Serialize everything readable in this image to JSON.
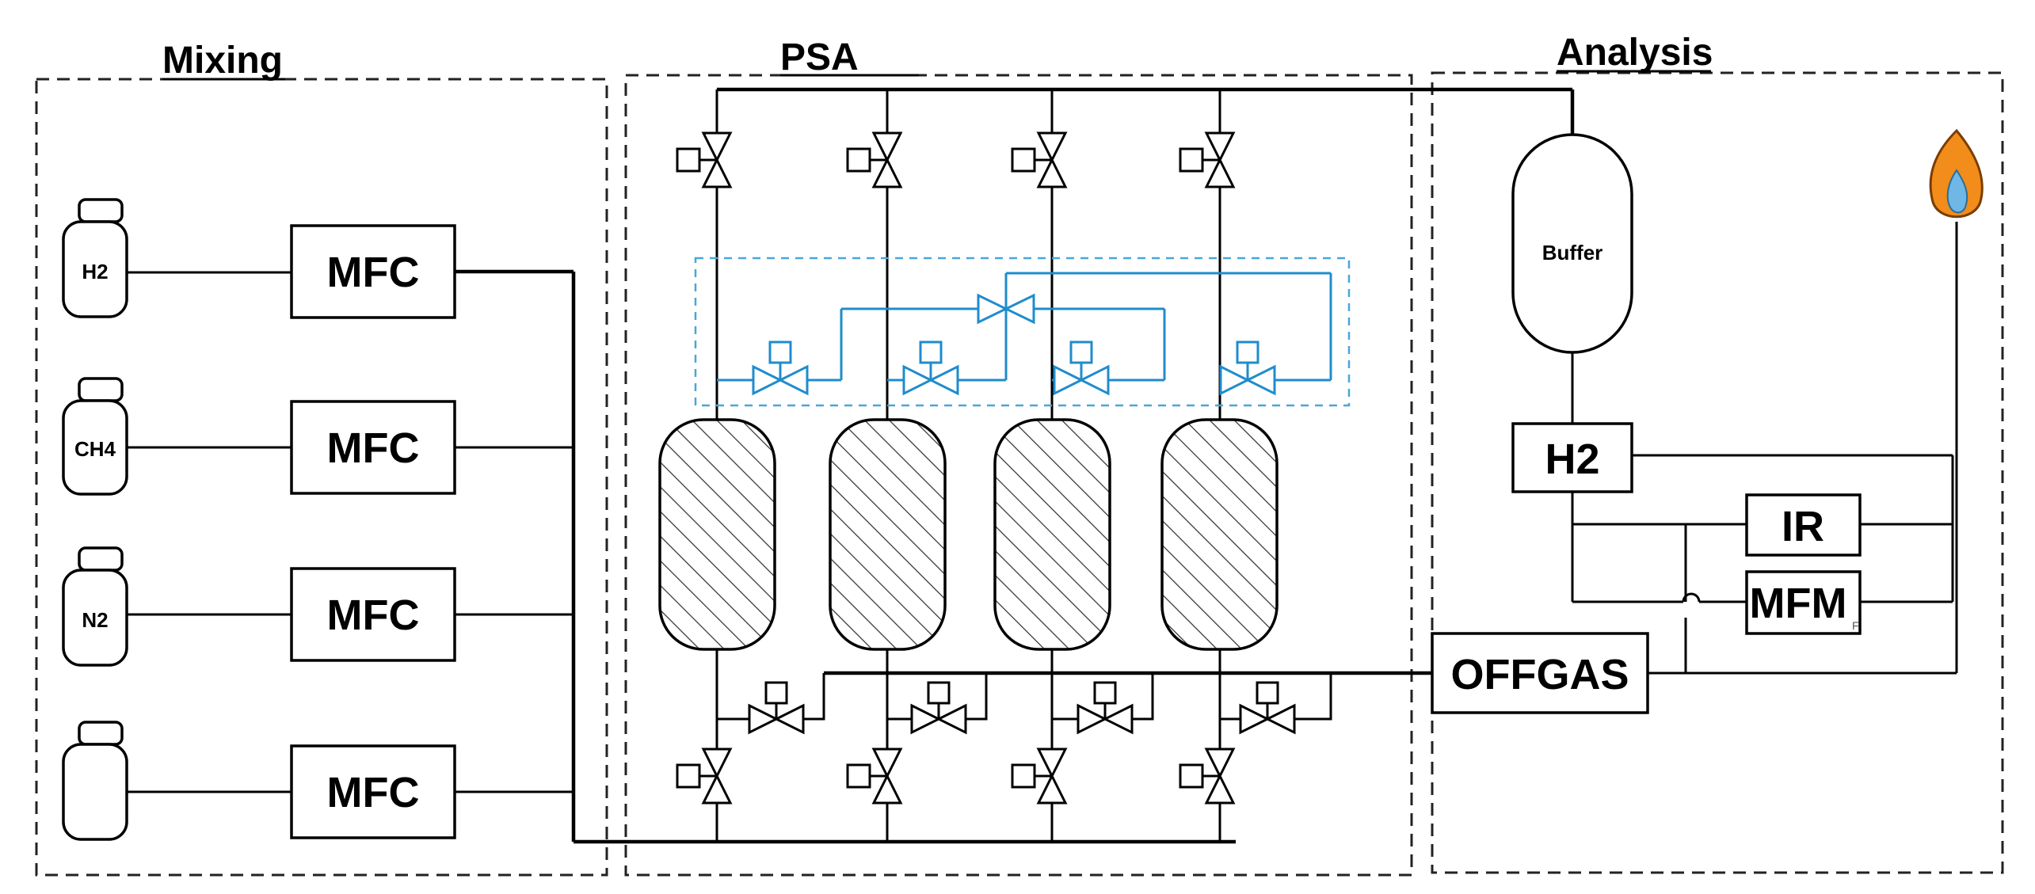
{
  "sections": {
    "mixing": "Mixing",
    "psa": "PSA",
    "analysis": "Analysis"
  },
  "cylinders": [
    "H2",
    "CH4",
    "N2",
    ""
  ],
  "mfc_label": "MFC",
  "buffer_label": "Buffer",
  "analyzers": {
    "h2": "H2",
    "ir": "IR",
    "mfm": "MFM",
    "mfm_sub": "F",
    "offgas": "OFFGAS"
  },
  "colors": {
    "process_lines": "#000000",
    "rinse_lines": "#1f8ccc",
    "flame_outer": "#f28c1a",
    "flame_inner": "#6fb7e6"
  },
  "icons": [
    "gas-cylinder-icon",
    "actuated-valve-icon",
    "adsorber-bed-icon",
    "flame-icon"
  ]
}
